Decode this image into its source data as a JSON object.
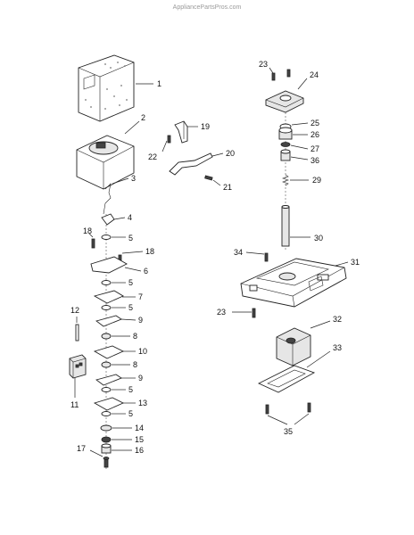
{
  "watermark": "AppliancePartsPros.com",
  "callouts": {
    "c1": "1",
    "c2": "2",
    "c3": "3",
    "c4": "4",
    "c5a": "5",
    "c18a": "18",
    "c18b": "18",
    "c6": "6",
    "c5b": "5",
    "c7": "7",
    "c5c": "5",
    "c12": "12",
    "c9a": "9",
    "c8a": "8",
    "c10": "10",
    "c8b": "8",
    "c11": "11",
    "c9b": "9",
    "c5d": "5",
    "c13": "13",
    "c5e": "5",
    "c14": "14",
    "c15": "15",
    "c17": "17",
    "c16": "16",
    "c19": "19",
    "c22": "22",
    "c20": "20",
    "c21": "21",
    "c23a": "23",
    "c24": "24",
    "c25": "25",
    "c26": "26",
    "c27": "27",
    "c36": "36",
    "c29": "29",
    "c30": "30",
    "c34": "34",
    "c31": "31",
    "c23b": "23",
    "c32": "32",
    "c33": "33",
    "c35": "35"
  }
}
